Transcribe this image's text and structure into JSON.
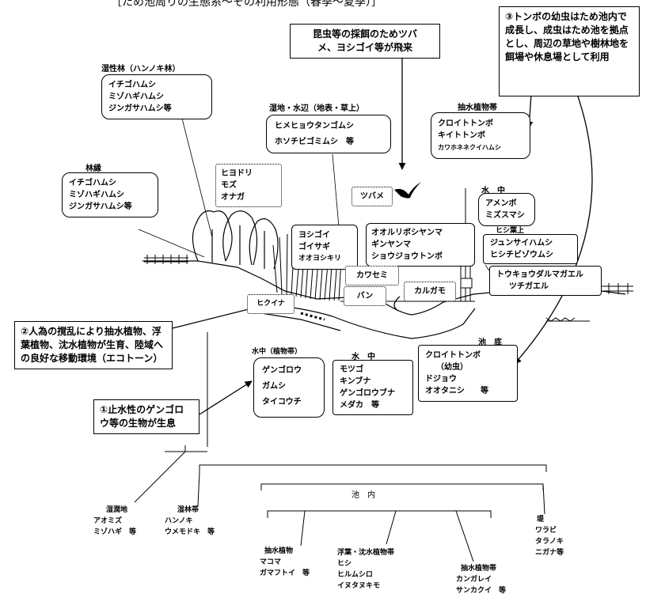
{
  "header": {
    "title": "［ため池周りの生態系〜その利用形態（春季〜夏季）］"
  },
  "callouts": {
    "swallow": [
      "昆虫等の採餌のためツバ",
      "メ、ヨシゴイ等が飛来"
    ],
    "dragonfly": "③トンボの幼虫はため池内で成長し、成虫はため池を拠点とし、周辺の草地や樹林地を餌場や休息場として利用",
    "ecotone": "②人為の撹乱により抽水植物、浮葉植物、沈水植物が生育、陸域への良好な移動環境（エコトーン）",
    "gengoro": "①止水性のゲンゴロウ等の生物が生息"
  },
  "zones": {
    "wet_forest": {
      "title": "湿性林（ハンノキ林）",
      "items": [
        "イチゴハムシ",
        "ミゾハギハムシ",
        "ジンガサハムシ等"
      ]
    },
    "forest_edge": {
      "title": "林縁",
      "items": [
        "イチゴハムシ",
        "ミゾハギハムシ",
        "ジンガサハムシ等"
      ]
    },
    "wetland_shore": {
      "title": "湿地・水辺（地表・草上）",
      "items": [
        "ヒメヒョウタンゴムシ",
        "ホソチビゴミムシ　等"
      ]
    },
    "emergent_zone": {
      "title": "抽水植物帯",
      "items": [
        "クロイトトンボ",
        "キイトトンボ",
        "カワホネネクイハムシ"
      ]
    },
    "water_middle": {
      "title": "水　中",
      "items": [
        "アメンボ",
        "ミズスマシ"
      ]
    },
    "hishi_top": {
      "title": "ヒシ葉上",
      "items": [
        "ジュンサイハムシ",
        "ヒシチビゾウムシ"
      ]
    },
    "frogs": {
      "items": [
        "トウキョウダルマガエル",
        "ツチガエル"
      ]
    },
    "underwater_plants": {
      "title": "水中（植物帯）",
      "items": [
        "ゲンゴロウ",
        "ガムシ",
        "タイコウチ"
      ]
    },
    "underwater": {
      "title": "水　中",
      "items": [
        "モツゴ",
        "キンブナ",
        "ゲンゴロウブナ",
        "メダカ　等"
      ]
    },
    "pond_bottom": {
      "title": "池　底",
      "items": [
        "クロイトトンボ",
        "（幼虫）",
        "ドジョウ",
        "オオタニシ　　等"
      ]
    }
  },
  "birds": {
    "tree_birds": [
      "ヒヨドリ",
      "モズ",
      "オナガ"
    ],
    "swallow": "ツバメ",
    "reed_birds": [
      "ヨシゴイ",
      "ゴイサギ",
      "オオヨシキリ"
    ],
    "dragonflies": [
      "オオルリボシヤンマ",
      "ギンヤンマ",
      "ショウジョウトンボ"
    ],
    "kingfisher": "カワセミ",
    "moorhen": "バン",
    "duck": "カルガモ",
    "rail": "ヒクイナ"
  },
  "plants": {
    "wetland": {
      "title": "湿潤地",
      "items": [
        "アオミズ",
        "ミゾハギ　等"
      ]
    },
    "wet_forest": {
      "title": "湿林帯",
      "items": [
        "ハンノキ",
        "ウメモドキ　等"
      ]
    },
    "pond_inner": {
      "title": "池　内"
    },
    "levee": {
      "title": "堤",
      "items": [
        "ワラビ",
        "タラノキ",
        "ニガナ等"
      ]
    },
    "emergent1": {
      "title": "抽水植物",
      "items": [
        "マコマ",
        "ガマフトイ　等"
      ]
    },
    "floating": {
      "title": "浮葉・沈水植物帯",
      "items": [
        "ヒシ",
        "ヒルムシロ",
        "イヌタヌキモ"
      ]
    },
    "emergent2": {
      "title": "抽水植物帯",
      "items": [
        "カンガレイ",
        "サンカクイ　等"
      ]
    }
  }
}
